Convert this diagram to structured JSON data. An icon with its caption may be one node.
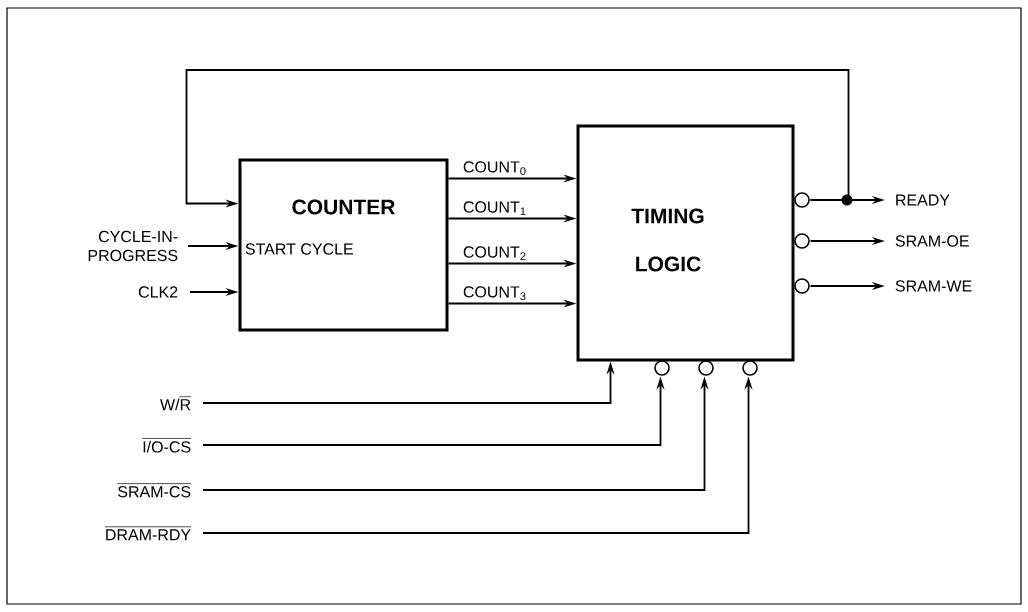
{
  "diagram": {
    "nodes": [
      {
        "text": [
          "COUNTER",
          "START CYCLE"
        ]
      },
      {
        "text": [
          "TIMING LOGIC"
        ]
      },
      {
        "text": [
          "CYCLE-IN-PROGRESS"
        ]
      },
      {
        "text": [
          "CLK2"
        ]
      },
      {
        "text": [
          "READY"
        ]
      },
      {
        "text": [
          "SRAM-OE"
        ]
      },
      {
        "text": [
          "SRAM-WE"
        ]
      },
      {
        "text": [
          "\\text{W/}\\overline{\\text{R}}"
        ]
      },
      {
        "text": [
          "\\overline{\\text{I/O-CS}}"
        ]
      },
      {
        "text": [
          "\\overline{\\text{SRAM-CS}}"
        ]
      },
      {
        "text": [
          "\\overline{\\text{DRAM-RDY}}"
        ]
      }
    ],
    "edges": [
      {
        "from": 2,
        "to": 0,
        "arrow": "to"
      },
      {
        "from": 3,
        "to": 0,
        "arrow": "to"
      },
      {
        "from": 0,
        "to": 1,
        "arrow": "to",
        "label": "COUNT$_{0}$"
      },
      {
        "from": 0,
        "to": 1,
        "arrow": "to",
        "label": "COUNT$_{1}$"
      },
      {
        "from": 0,
        "to": 1,
        "arrow": "to",
        "label": "COUNT$_{2}$"
      },
      {
        "from": 0,
        "to": 1,
        "arrow": "to",
        "label": "COUNT$_{3}$"
      },
      {
        "from": 1,
        "to": 4,
        "arrow": "to"
      },
      {
        "from": 1,
        "to": 0,
        "arrow": "to"
      },
      {
        "from": 1,
        "to": 5,
        "arrow": "to"
      },
      {
        "from": 1,
        "to": 6,
        "arrow": "to"
      },
      {
        "from": 7,
        "to": 1,
        "arrow": "to"
      },
      {
        "from": 8,
        "to": 1,
        "arrow": "to"
      },
      {
        "from": 9,
        "to": 1,
        "arrow": "to"
      },
      {
        "from": 10,
        "to": 1,
        "arrow": "to"
      }
    ]
  }
}
